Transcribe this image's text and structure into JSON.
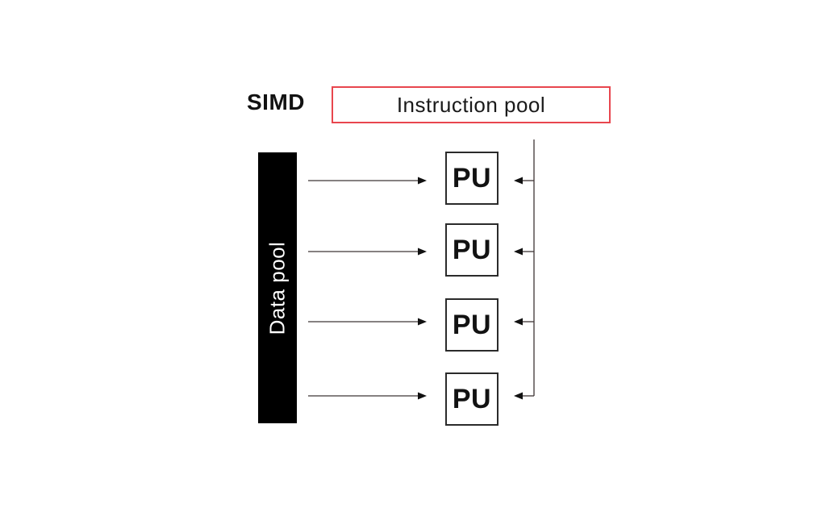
{
  "labels": {
    "title": "SIMD",
    "instruction_pool": "Instruction pool",
    "data_pool": "Data pool"
  },
  "processing_units": [
    {
      "label": "PU"
    },
    {
      "label": "PU"
    },
    {
      "label": "PU"
    },
    {
      "label": "PU"
    }
  ],
  "colors": {
    "instruction_pool_border": "#e8464e",
    "data_pool_fill": "#000000",
    "pu_border": "#2b2b2b",
    "connector": "#3f3636",
    "arrowhead": "#111111"
  }
}
